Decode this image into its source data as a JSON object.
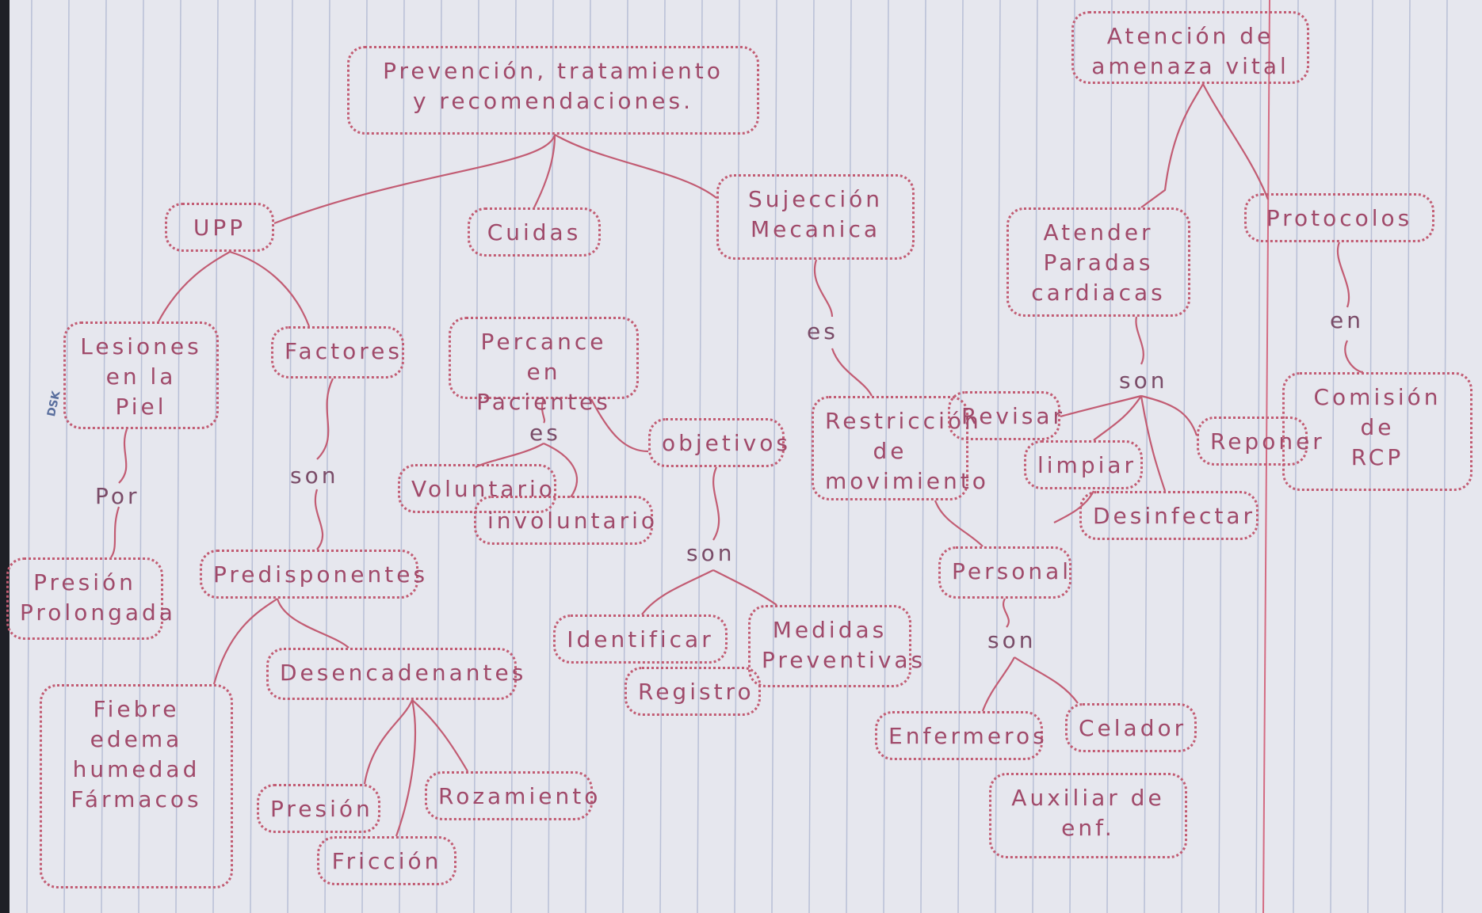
{
  "colors": {
    "ink": "#c25c73",
    "text": "#a04a6a",
    "paper": "#e6e7ee",
    "rule": "#b8bfd6"
  },
  "stamp": "DSK",
  "nodes": {
    "prevencion": "Prevención, tratamiento\ny recomendaciones.",
    "atencion": "Atención de\namenaza vital",
    "upp": "UPP",
    "cuidas": "Cuidas",
    "sujeccion": "Sujección\nMecanica",
    "atender": "Atender\nParadas\ncardiacas",
    "protocolos": "Protocolos",
    "lesiones": "Lesiones\nen la\nPiel",
    "factores": "Factores",
    "percance": "Percance en\nPacientes",
    "restriccion": "Restricción\nde\nmovimiento",
    "revisar": "Revisar",
    "limpiar": "limpiar",
    "reponer": "Reponer",
    "desinfectar": "Desinfectar",
    "comision": "Comisión\nde\nRCP",
    "objetivos": "objetivos",
    "voluntario": "Voluntario",
    "involuntario": "involuntario",
    "presion_prolongada": "Presión\nProlongada",
    "predisponentes": "Predisponentes",
    "personal": "Personal",
    "identificar": "Identificar",
    "medidas": "Medidas\nPreventivas",
    "registro": "Registro",
    "desencadenantes": "Desencadenantes",
    "fiebre": "Fiebre\nedema\nhumedad\nFármacos",
    "presion": "Presión",
    "rozamiento": "Rozamiento",
    "friccion": "Fricción",
    "enfermeros": "Enfermeros",
    "celador": "Celador",
    "auxiliar": "Auxiliar de\nenf."
  },
  "links": {
    "por": "Por",
    "son_factores": "son",
    "es_percance": "es",
    "es_sujeccion": "es",
    "son_atender": "son",
    "en_protocolos": "en",
    "son_objetivos": "son",
    "son_personal": "son"
  }
}
